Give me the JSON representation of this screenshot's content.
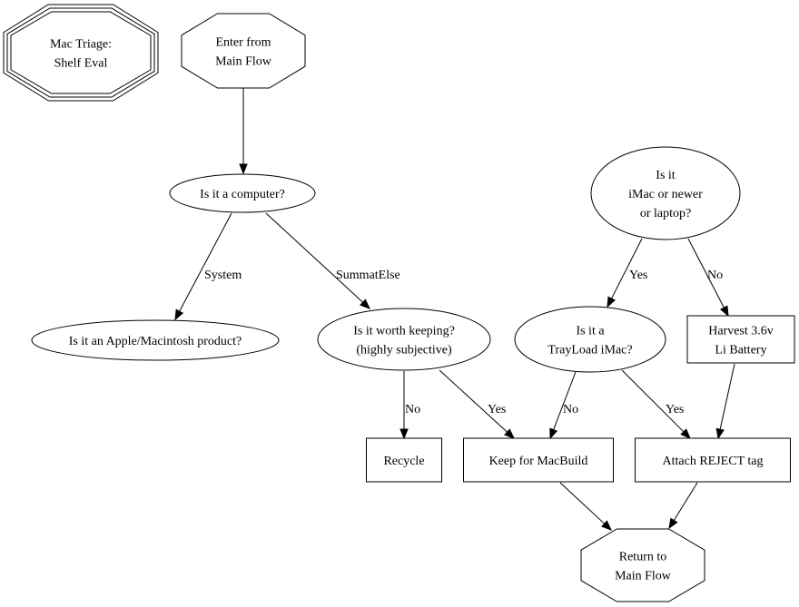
{
  "diagram": {
    "type": "flowchart",
    "nodes": [
      {
        "id": "title",
        "shape": "tripleoctagon",
        "lines": [
          "Mac Triage:",
          "Shelf Eval"
        ]
      },
      {
        "id": "enter",
        "shape": "octagon",
        "lines": [
          "Enter from",
          "Main Flow"
        ]
      },
      {
        "id": "computer",
        "shape": "ellipse",
        "lines": [
          "Is it a computer?"
        ]
      },
      {
        "id": "apple",
        "shape": "ellipse",
        "lines": [
          "Is it an Apple/Macintosh product?"
        ]
      },
      {
        "id": "worth",
        "shape": "ellipse",
        "lines": [
          "Is it worth keeping?",
          "(highly subjective)"
        ]
      },
      {
        "id": "imac",
        "shape": "ellipse",
        "lines": [
          "Is it",
          "iMac or newer",
          "or laptop?"
        ]
      },
      {
        "id": "trayload",
        "shape": "ellipse",
        "lines": [
          "Is it a",
          "TrayLoad iMac?"
        ]
      },
      {
        "id": "harvest",
        "shape": "box",
        "lines": [
          "Harvest 3.6v",
          "Li Battery"
        ]
      },
      {
        "id": "recycle",
        "shape": "box",
        "lines": [
          "Recycle"
        ]
      },
      {
        "id": "keep",
        "shape": "box",
        "lines": [
          "Keep for MacBuild"
        ]
      },
      {
        "id": "reject",
        "shape": "box",
        "lines": [
          "Attach REJECT tag"
        ]
      },
      {
        "id": "return",
        "shape": "octagon",
        "lines": [
          "Return to",
          "Main Flow"
        ]
      }
    ],
    "edges": [
      {
        "from": "enter",
        "to": "computer",
        "label": ""
      },
      {
        "from": "computer",
        "to": "apple",
        "label": "System"
      },
      {
        "from": "computer",
        "to": "worth",
        "label": "SummatElse"
      },
      {
        "from": "worth",
        "to": "recycle",
        "label": "No"
      },
      {
        "from": "worth",
        "to": "keep",
        "label": "Yes"
      },
      {
        "from": "imac",
        "to": "trayload",
        "label": "Yes"
      },
      {
        "from": "imac",
        "to": "harvest",
        "label": "No"
      },
      {
        "from": "trayload",
        "to": "keep",
        "label": "No"
      },
      {
        "from": "trayload",
        "to": "reject",
        "label": "Yes"
      },
      {
        "from": "harvest",
        "to": "reject",
        "label": ""
      },
      {
        "from": "keep",
        "to": "return",
        "label": ""
      },
      {
        "from": "reject",
        "to": "return",
        "label": ""
      }
    ]
  }
}
